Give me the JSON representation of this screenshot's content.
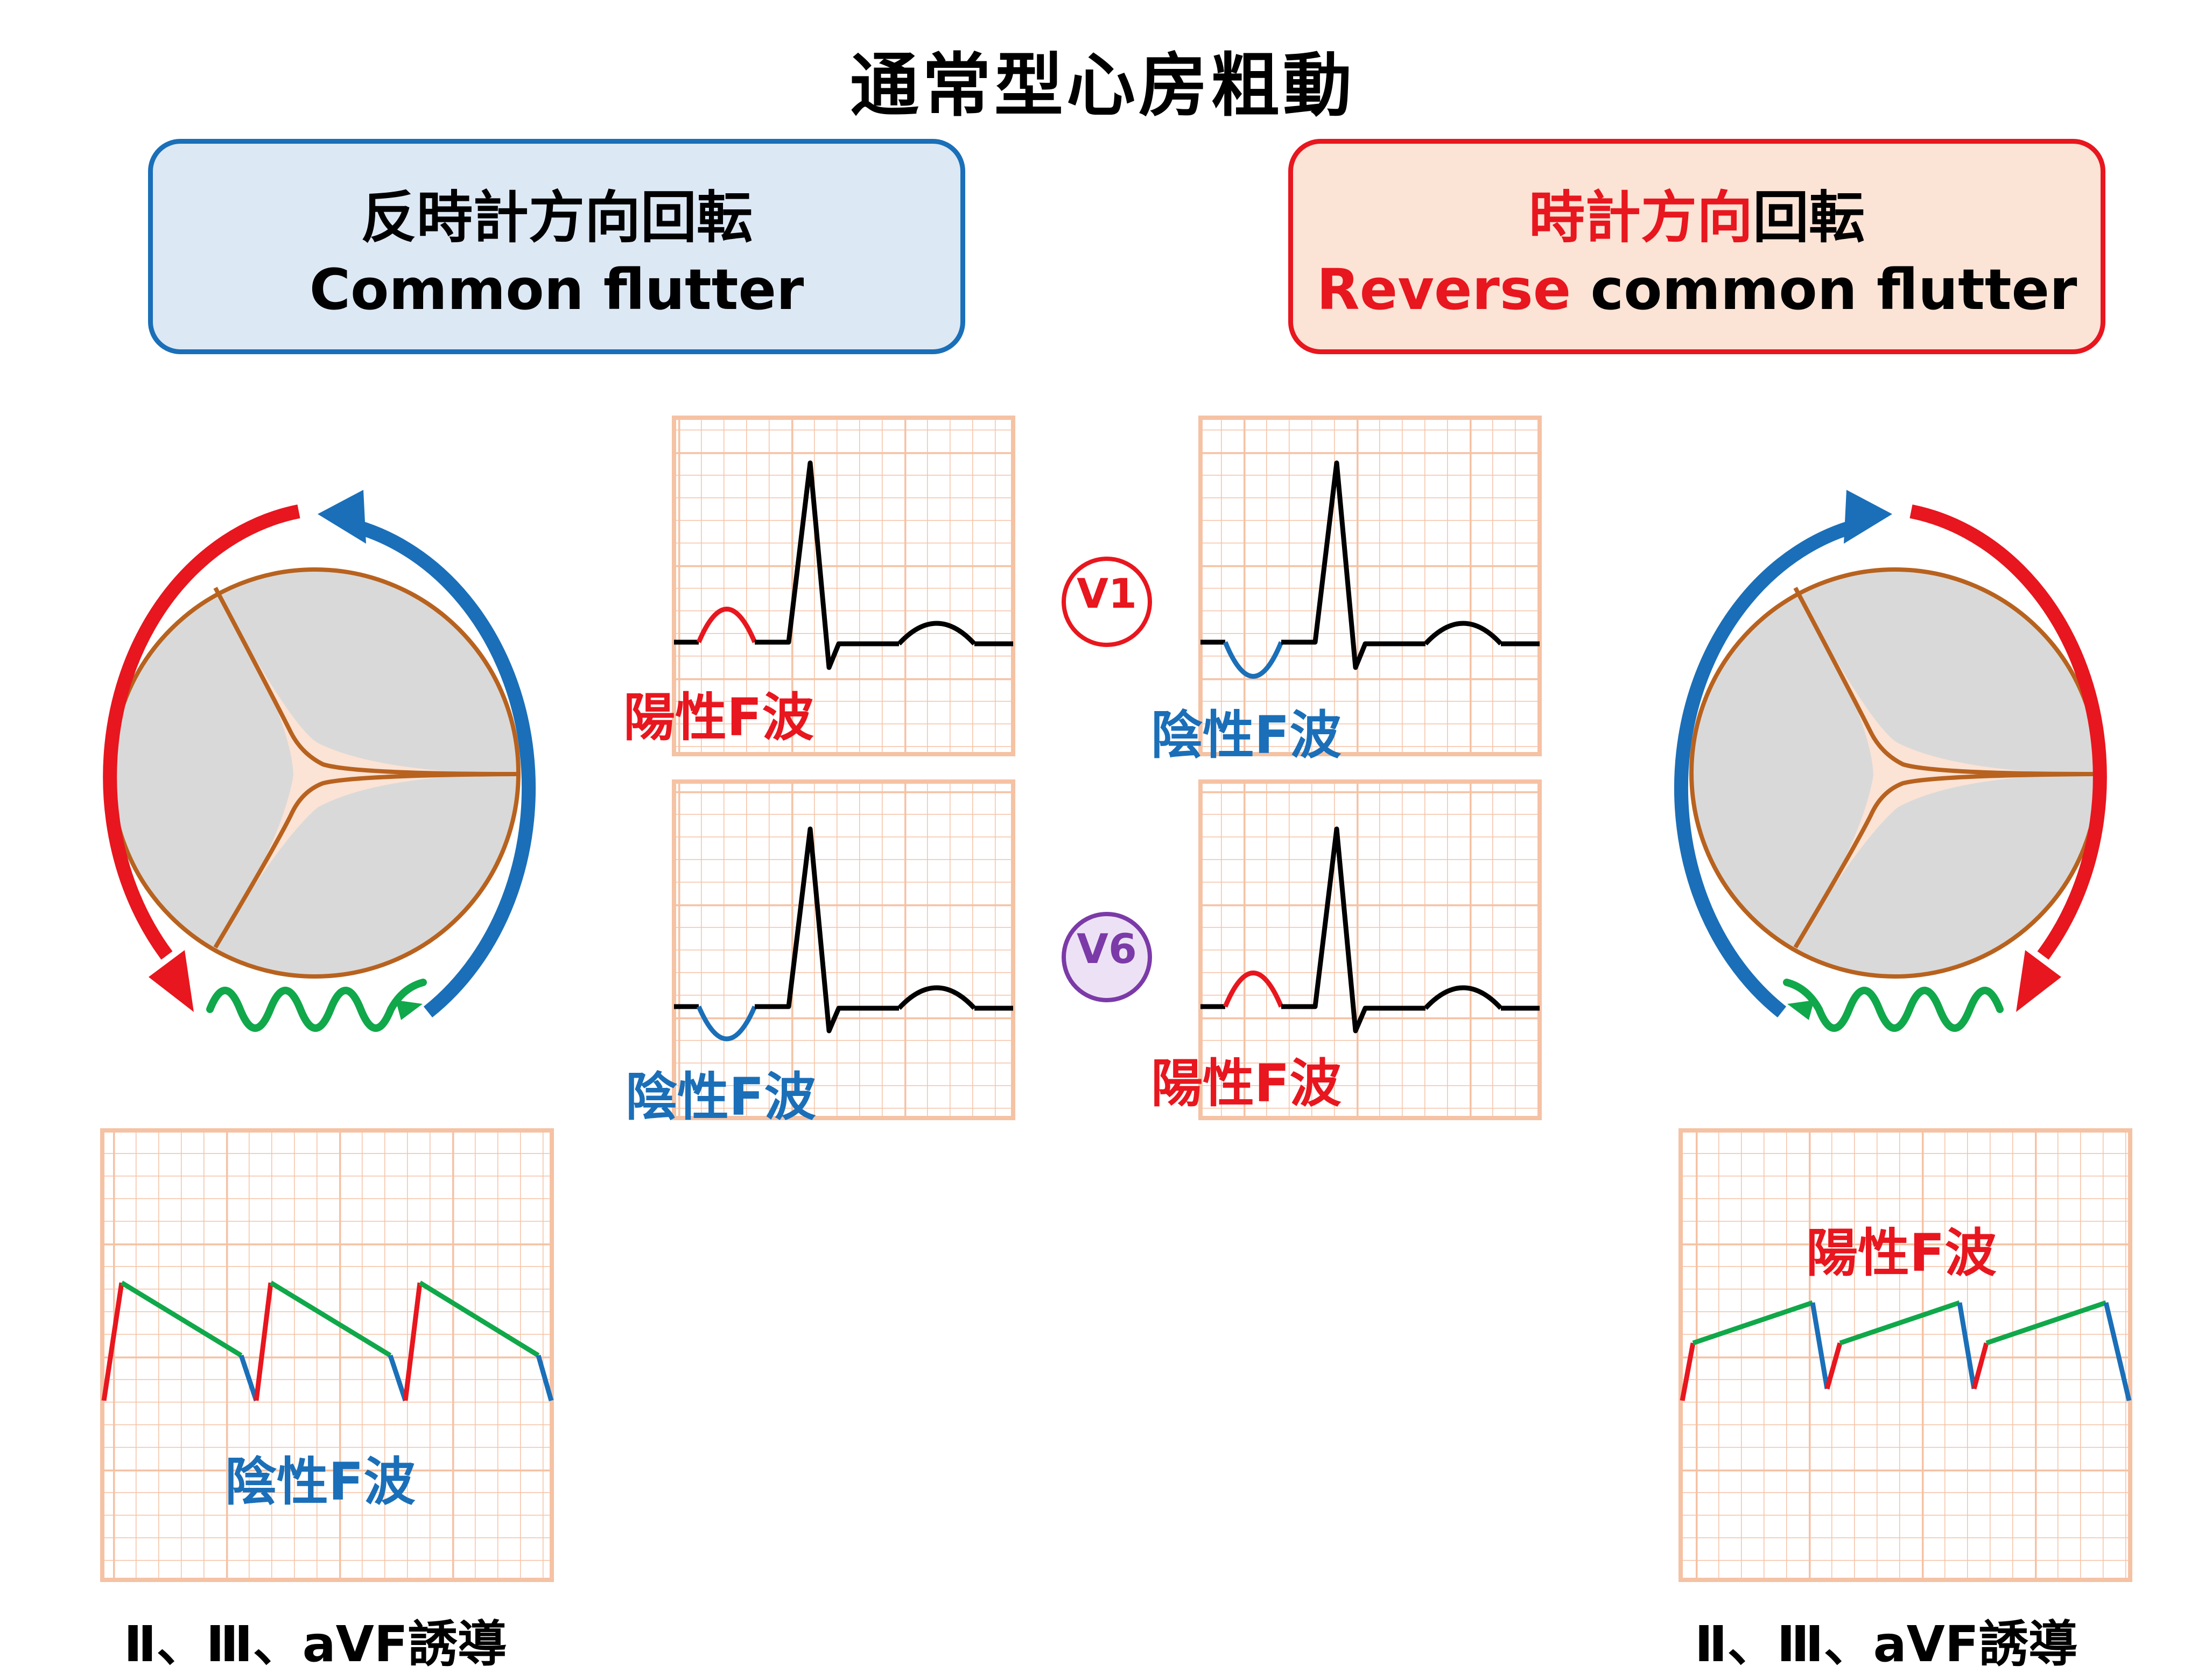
{
  "title": "通常型心房粗動",
  "left_box": {
    "line1": "反時計方向回転",
    "line2": "Common flutter"
  },
  "right_box": {
    "line1_colored": "時計方向",
    "line1_rest": "回転",
    "line2_colored": "Reverse",
    "line2_rest": " common flutter"
  },
  "lead_badges": {
    "v1": "V1",
    "v6": "V6"
  },
  "wave_labels": {
    "ccw_v1": "陽性F波",
    "cw_v1": "陰性F波",
    "ccw_v6": "陰性F波",
    "cw_v6": "陽性F波",
    "ccw_inferior": "陰性F波",
    "cw_inferior": "陽性F波"
  },
  "inferior_leads": {
    "left": "Ⅱ、Ⅲ、aVF誘導",
    "right": "Ⅱ、Ⅲ、aVF誘導"
  },
  "colors": {
    "red": "#e8161e",
    "blue": "#1a6fb8",
    "green": "#10a84a",
    "purple": "#7b3aa8",
    "grid": "#f5c2a4",
    "valve": "#b8621f",
    "valve_fill": "#d9d9d9",
    "tricuspid_center": "#fbe3d6"
  },
  "icons": [
    "counterclockwise-arrow-icon",
    "clockwise-arrow-icon",
    "squiggle-wave-icon"
  ]
}
